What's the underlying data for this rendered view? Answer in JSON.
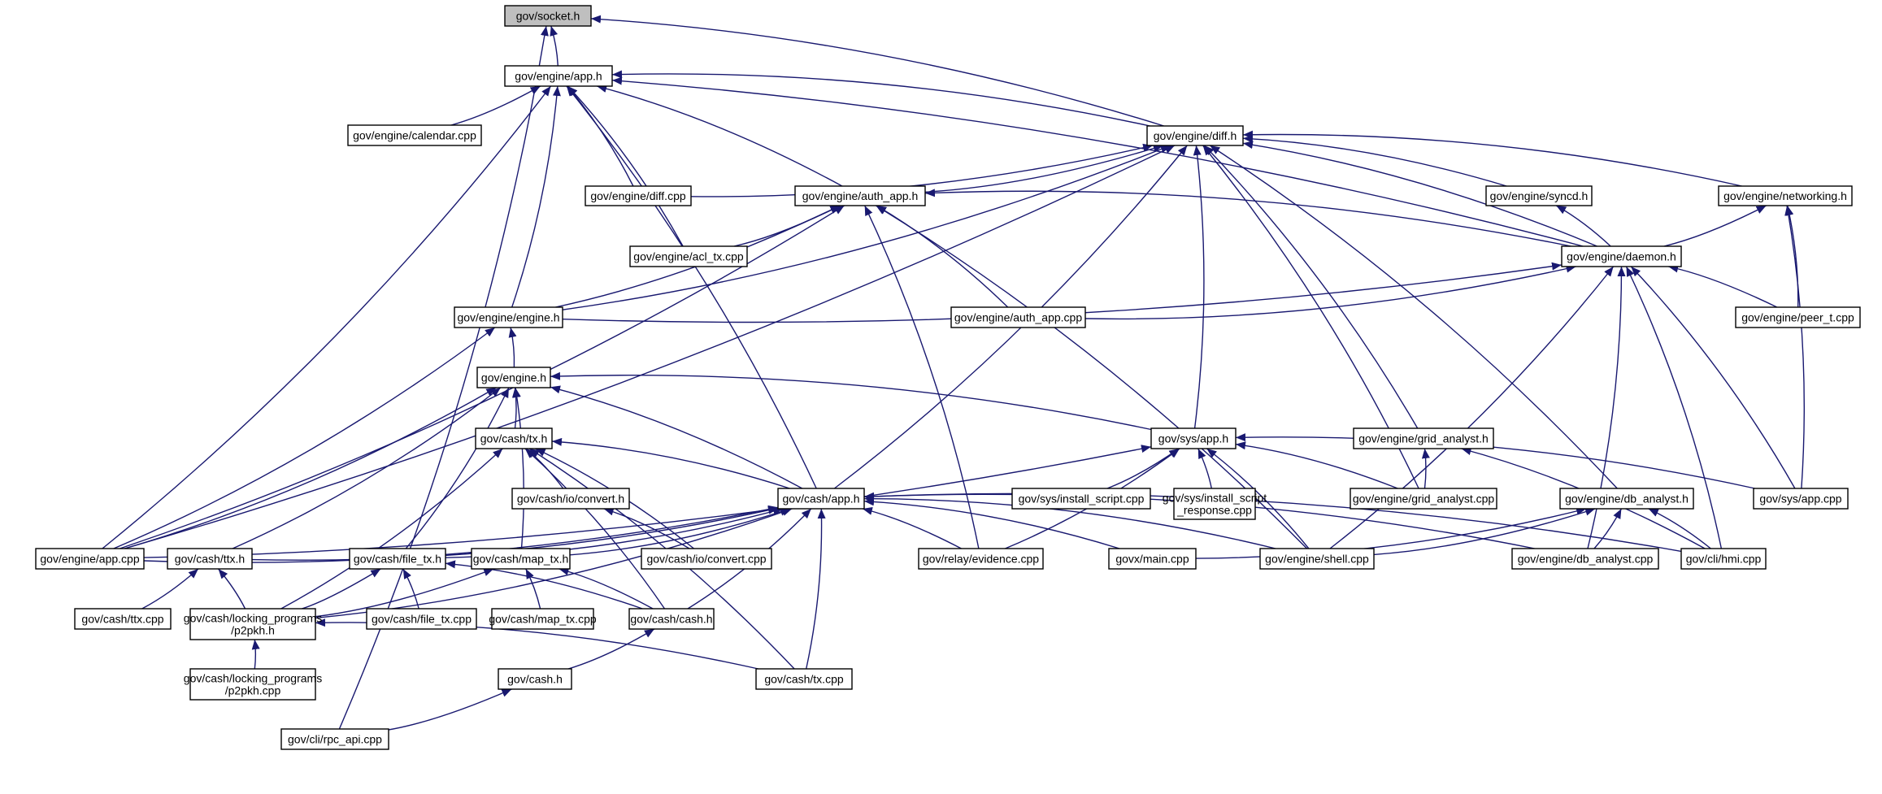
{
  "graph": {
    "nodes": [
      {
        "id": "socket_h",
        "lines": [
          "gov/socket.h"
        ]
      },
      {
        "id": "app_h",
        "lines": [
          "gov/engine/app.h"
        ]
      },
      {
        "id": "calendar_cpp",
        "lines": [
          "gov/engine/calendar.cpp"
        ]
      },
      {
        "id": "diff_h",
        "lines": [
          "gov/engine/diff.h"
        ]
      },
      {
        "id": "diff_cpp",
        "lines": [
          "gov/engine/diff.cpp"
        ]
      },
      {
        "id": "auth_app_h",
        "lines": [
          "gov/engine/auth_app.h"
        ]
      },
      {
        "id": "syncd_h",
        "lines": [
          "gov/engine/syncd.h"
        ]
      },
      {
        "id": "networking_h",
        "lines": [
          "gov/engine/networking.h"
        ]
      },
      {
        "id": "acl_tx_cpp",
        "lines": [
          "gov/engine/acl_tx.cpp"
        ]
      },
      {
        "id": "daemon_h",
        "lines": [
          "gov/engine/daemon.h"
        ]
      },
      {
        "id": "engine_engine_h",
        "lines": [
          "gov/engine/engine.h"
        ]
      },
      {
        "id": "auth_app_cpp",
        "lines": [
          "gov/engine/auth_app.cpp"
        ]
      },
      {
        "id": "peer_t_cpp",
        "lines": [
          "gov/engine/peer_t.cpp"
        ]
      },
      {
        "id": "engine_h",
        "lines": [
          "gov/engine.h"
        ]
      },
      {
        "id": "cash_tx_h",
        "lines": [
          "gov/cash/tx.h"
        ]
      },
      {
        "id": "sys_app_h",
        "lines": [
          "gov/sys/app.h"
        ]
      },
      {
        "id": "grid_analyst_h",
        "lines": [
          "gov/engine/grid_analyst.h"
        ]
      },
      {
        "id": "convert_h",
        "lines": [
          "gov/cash/io/convert.h"
        ]
      },
      {
        "id": "cash_app_h",
        "lines": [
          "gov/cash/app.h"
        ]
      },
      {
        "id": "install_script_cpp",
        "lines": [
          "gov/sys/install_script.cpp"
        ]
      },
      {
        "id": "install_script_response_cpp",
        "lines": [
          "gov/sys/install_script",
          "_response.cpp"
        ]
      },
      {
        "id": "grid_analyst_cpp",
        "lines": [
          "gov/engine/grid_analyst.cpp"
        ]
      },
      {
        "id": "db_analyst_h",
        "lines": [
          "gov/engine/db_analyst.h"
        ]
      },
      {
        "id": "sys_app_cpp",
        "lines": [
          "gov/sys/app.cpp"
        ]
      },
      {
        "id": "engine_app_cpp",
        "lines": [
          "gov/engine/app.cpp"
        ]
      },
      {
        "id": "ttx_h",
        "lines": [
          "gov/cash/ttx.h"
        ]
      },
      {
        "id": "file_tx_h",
        "lines": [
          "gov/cash/file_tx.h"
        ]
      },
      {
        "id": "map_tx_h",
        "lines": [
          "gov/cash/map_tx.h"
        ]
      },
      {
        "id": "convert_cpp",
        "lines": [
          "gov/cash/io/convert.cpp"
        ]
      },
      {
        "id": "evidence_cpp",
        "lines": [
          "gov/relay/evidence.cpp"
        ]
      },
      {
        "id": "govx_main_cpp",
        "lines": [
          "govx/main.cpp"
        ]
      },
      {
        "id": "shell_cpp",
        "lines": [
          "gov/engine/shell.cpp"
        ]
      },
      {
        "id": "db_analyst_cpp",
        "lines": [
          "gov/engine/db_analyst.cpp"
        ]
      },
      {
        "id": "hmi_cpp",
        "lines": [
          "gov/cli/hmi.cpp"
        ]
      },
      {
        "id": "ttx_cpp",
        "lines": [
          "gov/cash/ttx.cpp"
        ]
      },
      {
        "id": "p2pkh_h",
        "lines": [
          "gov/cash/locking_programs",
          "/p2pkh.h"
        ]
      },
      {
        "id": "file_tx_cpp",
        "lines": [
          "gov/cash/file_tx.cpp"
        ]
      },
      {
        "id": "map_tx_cpp",
        "lines": [
          "gov/cash/map_tx.cpp"
        ]
      },
      {
        "id": "cash_cash_h",
        "lines": [
          "gov/cash/cash.h"
        ]
      },
      {
        "id": "p2pkh_cpp",
        "lines": [
          "gov/cash/locking_programs",
          "/p2pkh.cpp"
        ]
      },
      {
        "id": "cash_h",
        "lines": [
          "gov/cash.h"
        ]
      },
      {
        "id": "cash_tx_cpp",
        "lines": [
          "gov/cash/tx.cpp"
        ]
      },
      {
        "id": "rpc_api_cpp",
        "lines": [
          "gov/cli/rpc_api.cpp"
        ]
      }
    ],
    "colors": {
      "edge": "#191970",
      "node_border": "#000000",
      "root_fill": "#bfbfbf",
      "node_fill": "#ffffff"
    }
  }
}
